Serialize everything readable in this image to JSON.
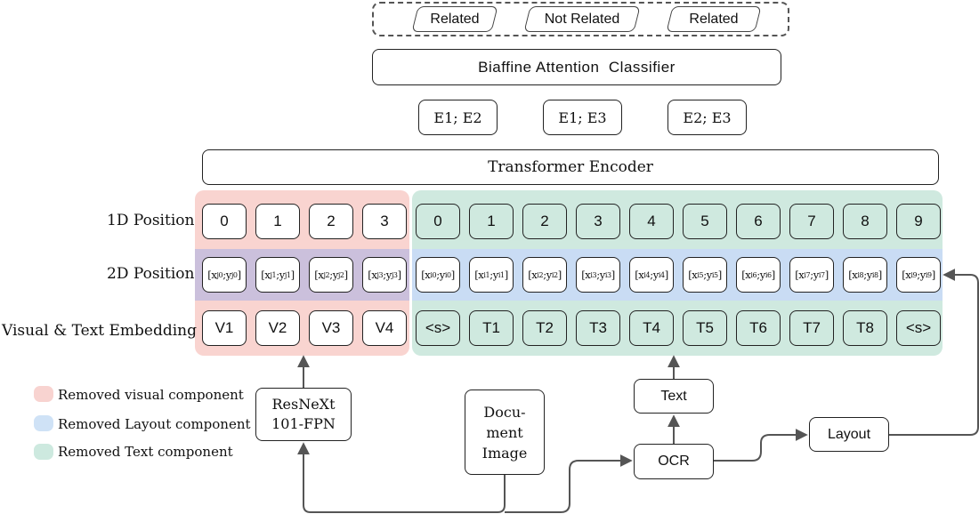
{
  "output": {
    "labels": [
      "Related",
      "Not Related",
      "Related"
    ]
  },
  "classifier": {
    "label": "Biaffine Attention  Classifier"
  },
  "pairs": [
    "E1; E2",
    "E1; E3",
    "E2; E3"
  ],
  "encoder": {
    "label": "Transformer Encoder"
  },
  "rows": {
    "pos1_label": "1D Position",
    "pos2_label": "2D Position",
    "emb_label": "Visual & Text Embedding"
  },
  "visual_tokens": {
    "pos1": [
      "0",
      "1",
      "2",
      "3"
    ],
    "pos2_x": [
      "x",
      "x",
      "x",
      "x"
    ],
    "pos2": [
      {
        "xs": "j0",
        "ys": "j0"
      },
      {
        "xs": "j1",
        "ys": "j1"
      },
      {
        "xs": "j2",
        "ys": "j2"
      },
      {
        "xs": "j3",
        "ys": "j3"
      }
    ],
    "emb": [
      "V1",
      "V2",
      "V3",
      "V4"
    ]
  },
  "text_tokens": {
    "pos1": [
      "0",
      "1",
      "2",
      "3",
      "4",
      "5",
      "6",
      "7",
      "8",
      "9"
    ],
    "pos2": [
      {
        "xs": "i0",
        "ys": "i0"
      },
      {
        "xs": "i1",
        "ys": "i1"
      },
      {
        "xs": "i2",
        "ys": "i2"
      },
      {
        "xs": "i3",
        "ys": "i3"
      },
      {
        "xs": "i4",
        "ys": "i4"
      },
      {
        "xs": "i5",
        "ys": "i5"
      },
      {
        "xs": "i6",
        "ys": "i6"
      },
      {
        "xs": "i7",
        "ys": "i7"
      },
      {
        "xs": "i8",
        "ys": "i8"
      },
      {
        "xs": "i9",
        "ys": "i9"
      }
    ],
    "emb": [
      "<s>",
      "T1",
      "T2",
      "T3",
      "T4",
      "T5",
      "T6",
      "T7",
      "T8",
      "<s>"
    ]
  },
  "modules": {
    "resnext_line1": "ResNeXt",
    "resnext_line2": "101-FPN",
    "doc_line1": "Docu-",
    "doc_line2": "ment",
    "doc_line3": "Image",
    "text": "Text",
    "ocr": "OCR",
    "layout": "Layout"
  },
  "legend": [
    {
      "label": "Removed visual component",
      "color": "#f8d3d0"
    },
    {
      "label": "Removed Layout component",
      "color": "#cfe2f6"
    },
    {
      "label": "Removed Text component",
      "color": "#cde9df"
    }
  ],
  "colors": {
    "visual_region": "#f9d4d0",
    "text_region": "#cfe9df",
    "layout_band": "#c9dcf4",
    "overlap": "#cbc0dc",
    "arrow": "#555555"
  }
}
